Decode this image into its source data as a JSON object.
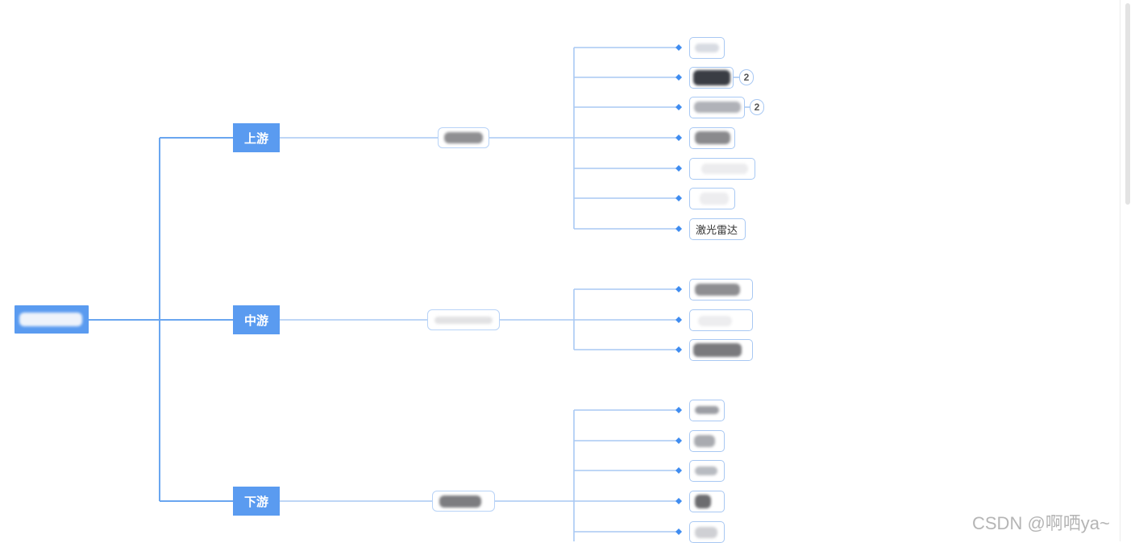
{
  "stages": [
    {
      "label": "上游"
    },
    {
      "label": "中游"
    },
    {
      "label": "下游"
    }
  ],
  "leaf_labels": {
    "lidar": "激光雷达"
  },
  "badges": [
    "2",
    "2"
  ],
  "watermark": "CSDN @啊哂ya~",
  "colors": {
    "primary_node": "#5a9bf0",
    "connector": "#6aa6f0",
    "node_border": "#a8c8f3"
  }
}
